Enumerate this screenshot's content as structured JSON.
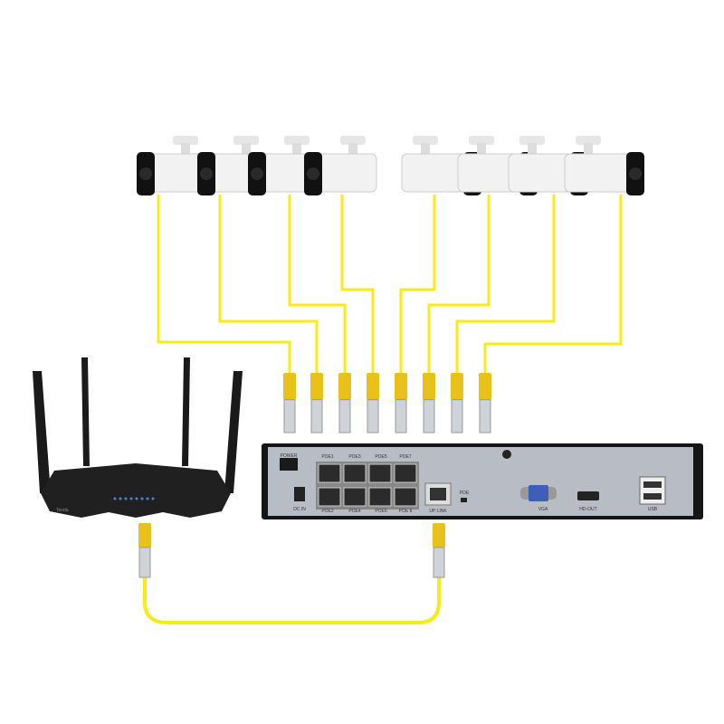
{
  "cable_color": "#f7ec1a",
  "cameras": [
    {
      "facing": "left"
    },
    {
      "facing": "left"
    },
    {
      "facing": "left"
    },
    {
      "facing": "left"
    },
    {
      "facing": "right"
    },
    {
      "facing": "right"
    },
    {
      "facing": "right"
    },
    {
      "facing": "right"
    }
  ],
  "nvr": {
    "power_label": "POWER",
    "dc_in_label": "DC IN",
    "poe_top_labels": [
      "POE1",
      "POE3",
      "POE5",
      "POE7"
    ],
    "poe_bottom_labels": [
      "POE2",
      "POE4",
      "POE6",
      "POE 8"
    ],
    "uplink_label": "UP LINK",
    "poe_switch_label": "POE",
    "vga_label": "VGA",
    "hdout_label": "HD-OUT",
    "usb_label": "USB"
  },
  "router": {
    "logo": "Tenda",
    "led_color": "#3a8ee6"
  }
}
